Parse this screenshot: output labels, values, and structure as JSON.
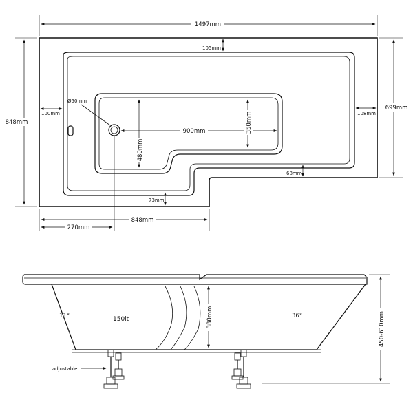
{
  "plan_view": {
    "overall_width": "1497mm",
    "top_end_width": "105mm",
    "waste_diameter": "Ø50mm",
    "left_end_width": "100mm",
    "bowl_length": "900mm",
    "bowl_depth": "350mm",
    "bowl_width": "480mm",
    "right_end_width": "108mm",
    "overall_height": "848mm",
    "right_height": "699mm",
    "rim_68": "68mm",
    "rim_73": "73mm",
    "waste_offset": "270mm",
    "shoulder_width": "848mm"
  },
  "side_view": {
    "left_angle": "11°",
    "capacity": "150lt",
    "internal_depth": "380mm",
    "right_angle": "36°",
    "overall_height": "450-610mm",
    "legs_label": "adjustable"
  }
}
